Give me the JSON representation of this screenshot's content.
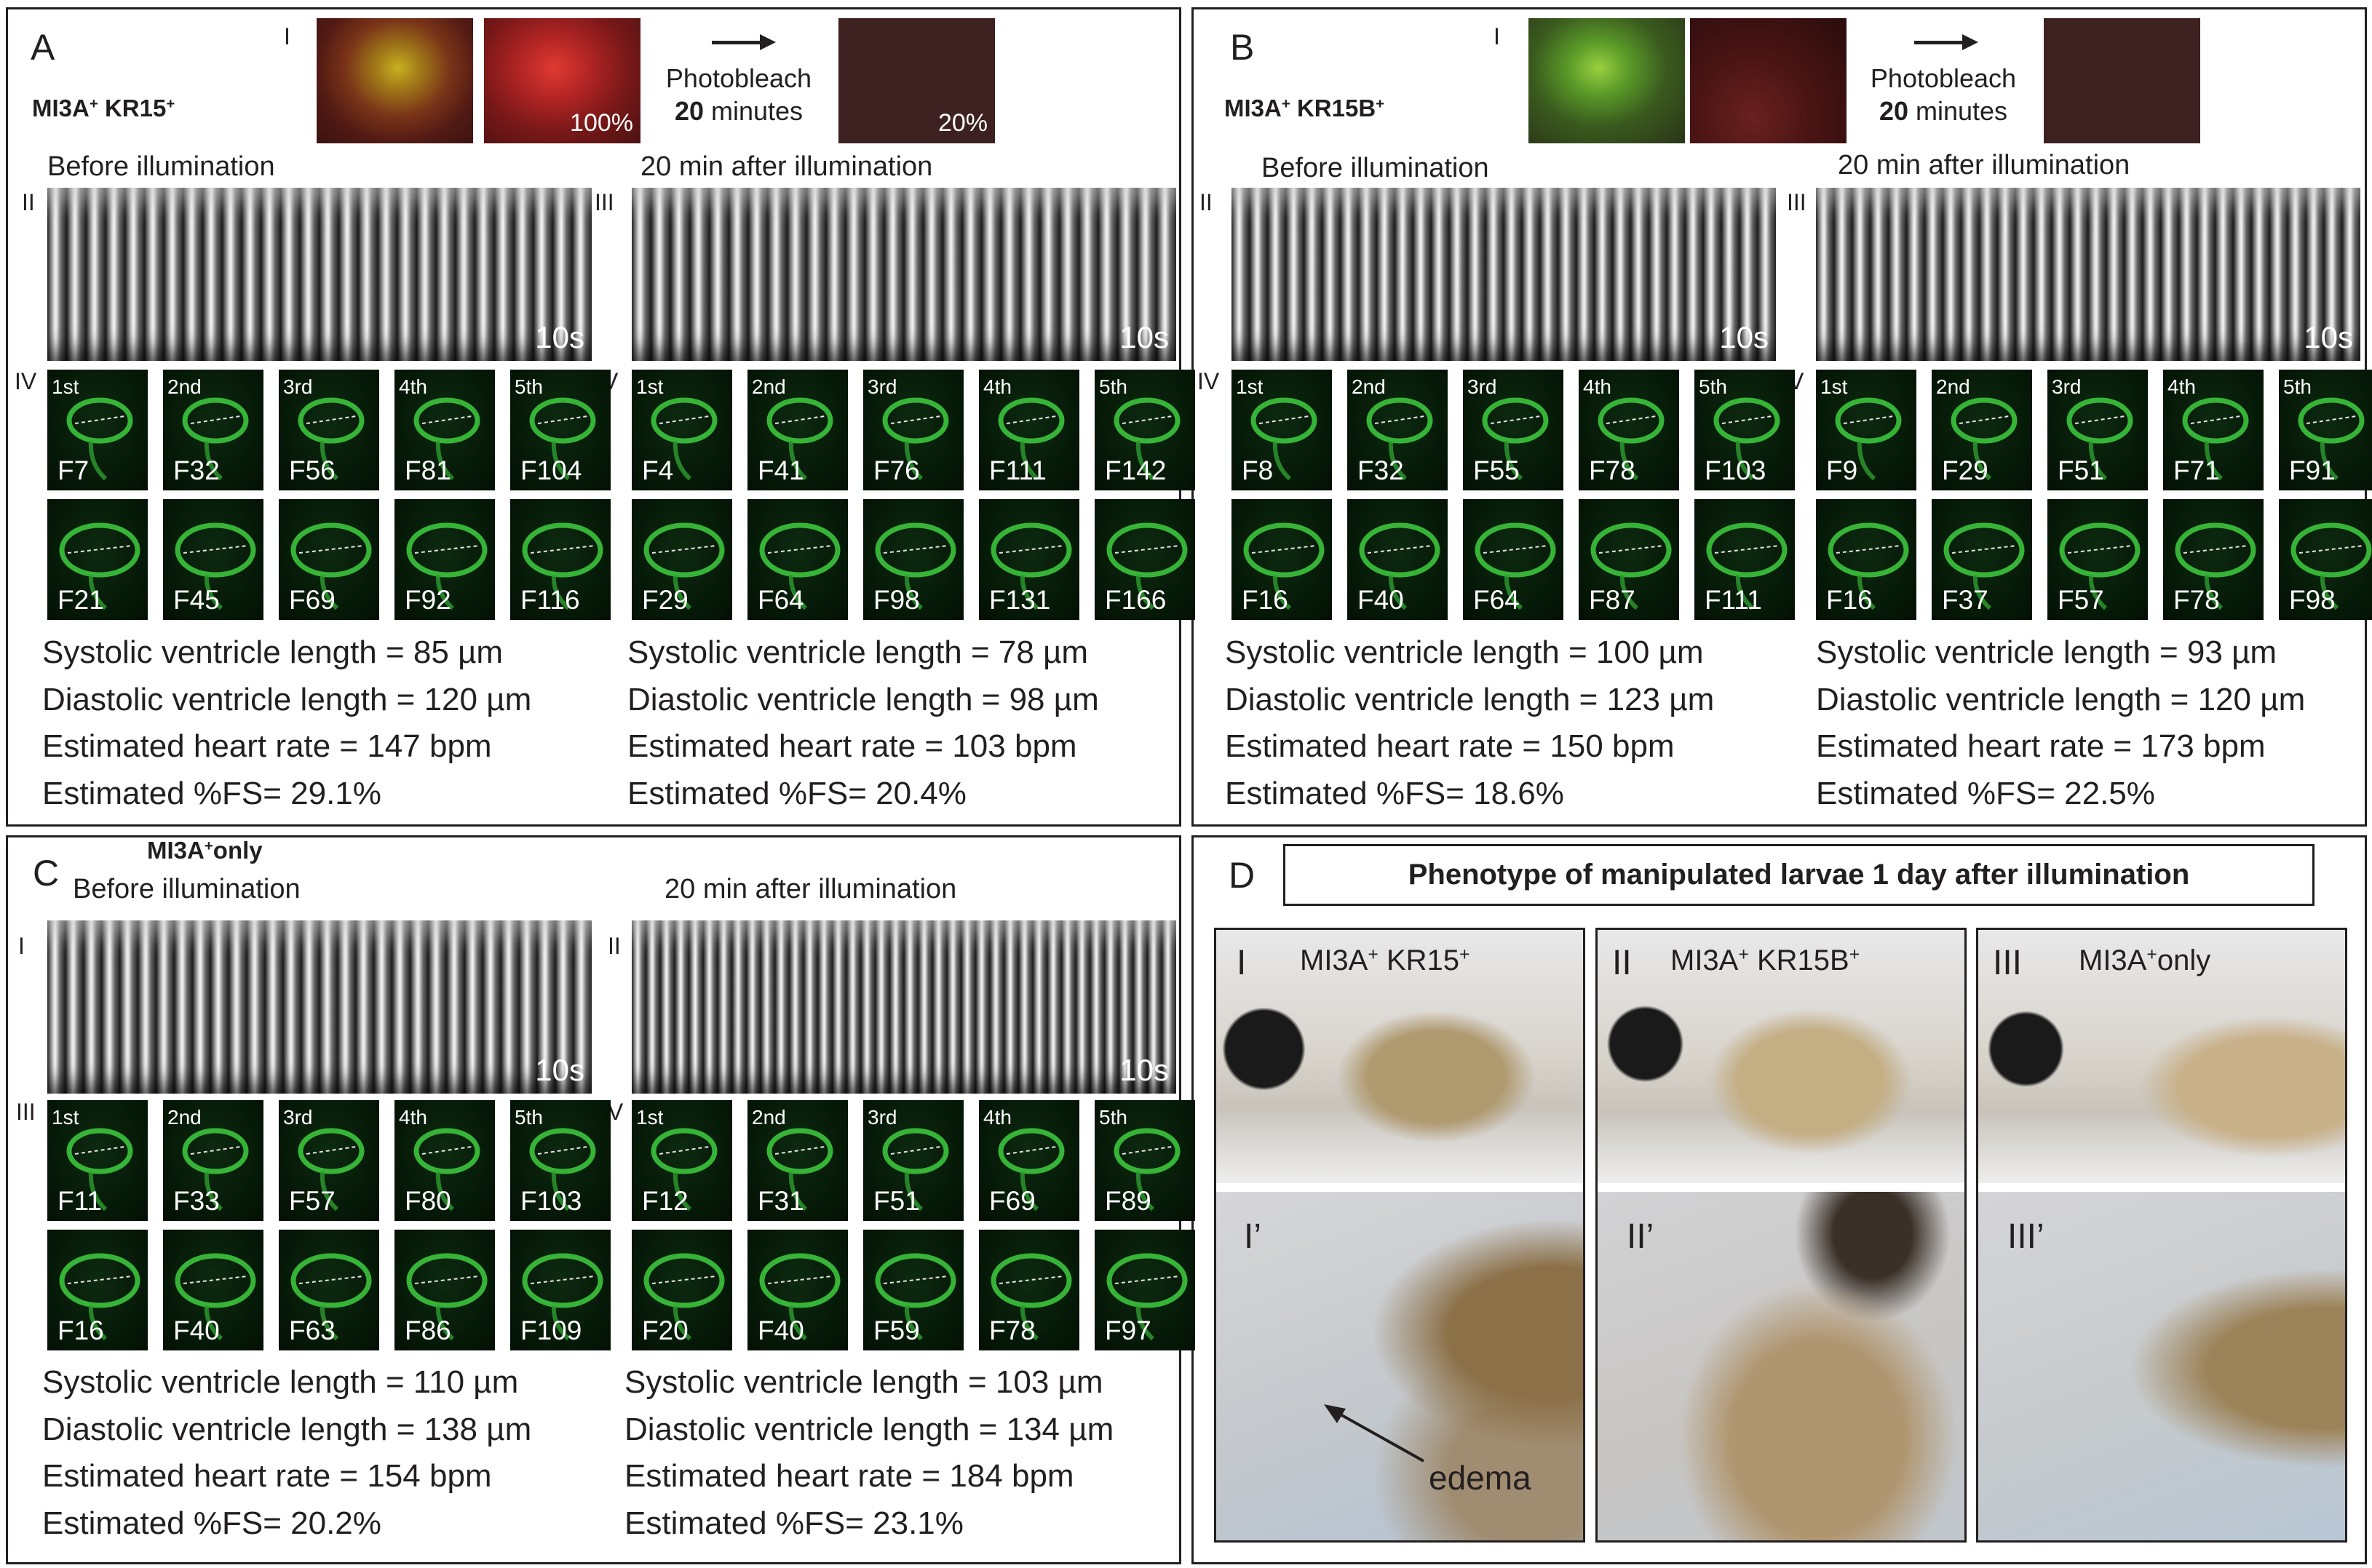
{
  "colors": {
    "ink": "#231f20",
    "fluor_green": "#3cc43c",
    "photobleach_bg": "#3d2020",
    "kymo_bg": "#202020"
  },
  "panel_a": {
    "letter": "A",
    "roman_i": "I",
    "title": "MI3A",
    "sup1": "+",
    "mid": " KR15",
    "sup2": "+",
    "pct_before": "100%",
    "pct_after": "20%",
    "photobleach": "Photobleach",
    "minutes_num": "20",
    "minutes_word": " minutes",
    "left": {
      "heading": "Before illumination",
      "kymo_roman": "II",
      "kymo_seconds": "10s",
      "grid_roman": "IV",
      "ordinals": [
        "1st",
        "2nd",
        "3rd",
        "4th",
        "5th"
      ],
      "frames_top": [
        "F7",
        "F32",
        "F56",
        "F81",
        "F104"
      ],
      "frames_bottom": [
        "F21",
        "F45",
        "F69",
        "F92",
        "F116"
      ],
      "stats": [
        "Systolic ventricle length = 85 µm",
        "Diastolic ventricle length = 120 µm",
        "Estimated heart rate = 147 bpm",
        "Estimated %FS= 29.1%"
      ]
    },
    "right": {
      "heading": "20 min after illumination",
      "kymo_roman": "III",
      "kymo_seconds": "10s",
      "grid_roman": "V",
      "ordinals": [
        "1st",
        "2nd",
        "3rd",
        "4th",
        "5th"
      ],
      "frames_top": [
        "F4",
        "F41",
        "F76",
        "F111",
        "F142"
      ],
      "frames_bottom": [
        "F29",
        "F64",
        "F98",
        "F131",
        "F166"
      ],
      "stats": [
        "Systolic ventricle length = 78 µm",
        "Diastolic ventricle length = 98 µm",
        "Estimated heart rate = 103 bpm",
        "Estimated %FS= 20.4%"
      ]
    }
  },
  "panel_b": {
    "letter": "B",
    "roman_i": "I",
    "title": "MI3A",
    "sup1": "+",
    "mid": " KR15B",
    "sup2": "+",
    "photobleach": "Photobleach",
    "minutes_num": "20",
    "minutes_word": " minutes",
    "left": {
      "heading": "Before illumination",
      "kymo_roman": "II",
      "kymo_seconds": "10s",
      "grid_roman": "IV",
      "ordinals": [
        "1st",
        "2nd",
        "3rd",
        "4th",
        "5th"
      ],
      "frames_top": [
        "F8",
        "F32",
        "F55",
        "F78",
        "F103"
      ],
      "frames_bottom": [
        "F16",
        "F40",
        "F64",
        "F87",
        "F111"
      ],
      "stats": [
        "Systolic ventricle length = 100 µm",
        "Diastolic ventricle length = 123 µm",
        "Estimated heart rate = 150 bpm",
        "Estimated %FS= 18.6%"
      ]
    },
    "right": {
      "heading": "20 min after illumination",
      "kymo_roman": "III",
      "kymo_seconds": "10s",
      "grid_roman": "V",
      "ordinals": [
        "1st",
        "2nd",
        "3rd",
        "4th",
        "5th"
      ],
      "frames_top": [
        "F9",
        "F29",
        "F51",
        "F71",
        "F91"
      ],
      "frames_bottom": [
        "F16",
        "F37",
        "F57",
        "F78",
        "F98"
      ],
      "stats": [
        "Systolic ventricle length = 93 µm",
        "Diastolic ventricle length = 120 µm",
        "Estimated heart rate = 173 bpm",
        "Estimated %FS= 22.5%"
      ]
    }
  },
  "panel_c": {
    "letter": "C",
    "title": "MI3A",
    "sup1": "+",
    "tail": "only",
    "left": {
      "heading": "Before illumination",
      "kymo_roman": "I",
      "kymo_seconds": "10s",
      "grid_roman": "III",
      "ordinals": [
        "1st",
        "2nd",
        "3rd",
        "4th",
        "5th"
      ],
      "frames_top": [
        "F11",
        "F33",
        "F57",
        "F80",
        "F103"
      ],
      "frames_bottom": [
        "F16",
        "F40",
        "F63",
        "F86",
        "F109"
      ],
      "stats": [
        "Systolic ventricle length = 110 µm",
        "Diastolic ventricle length = 138 µm",
        "Estimated heart rate = 154 bpm",
        "Estimated %FS= 20.2%"
      ]
    },
    "right": {
      "heading": "20 min after illumination",
      "kymo_roman": "II",
      "kymo_seconds": "10s",
      "grid_roman": "IV",
      "ordinals": [
        "1st",
        "2nd",
        "3rd",
        "4th",
        "5th"
      ],
      "frames_top": [
        "F12",
        "F31",
        "F51",
        "F69",
        "F89"
      ],
      "frames_bottom": [
        "F20",
        "F40",
        "F59",
        "F78",
        "F97"
      ],
      "stats": [
        "Systolic ventricle length = 103 µm",
        "Diastolic ventricle length = 134 µm",
        "Estimated heart rate = 184 bpm",
        "Estimated %FS= 23.1%"
      ]
    }
  },
  "panel_d": {
    "letter": "D",
    "title": "Phenotype of manipulated larvae 1 day after illumination",
    "cols": [
      {
        "roman": "I",
        "roman_prime": "I’",
        "label": "MI3A",
        "sup1": "+",
        "mid": " KR15",
        "sup2": "+",
        "tail": ""
      },
      {
        "roman": "II",
        "roman_prime": "II’",
        "label": "MI3A",
        "sup1": "+",
        "mid": " KR15B",
        "sup2": "+",
        "tail": ""
      },
      {
        "roman": "III",
        "roman_prime": "III’",
        "label": "MI3A",
        "sup1": "+",
        "mid": "",
        "sup2": "",
        "tail": "only"
      }
    ],
    "edema": "edema"
  }
}
